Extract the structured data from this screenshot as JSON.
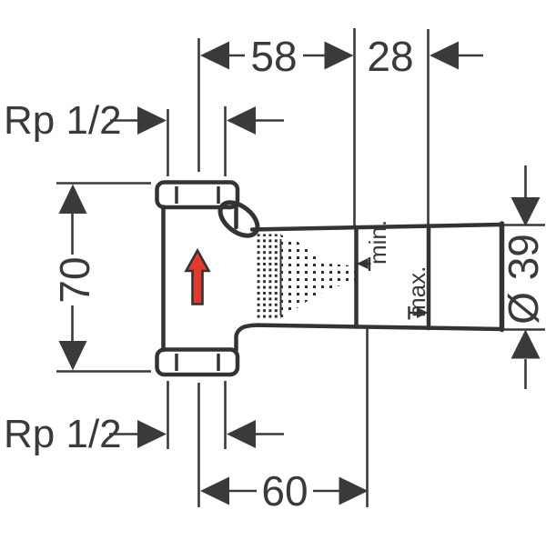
{
  "diagram": {
    "labels": {
      "dim_top_primary": "58",
      "dim_top_secondary": "28",
      "thread_top": "Rp 1/2",
      "thread_bottom": "Rp 1/2",
      "dim_height": "70",
      "dim_bottom": "60",
      "dim_diameter": "Ø 39",
      "depth_min": "min.",
      "depth_max": "max."
    },
    "colors": {
      "line": "#3a3a3a",
      "part_outline": "#333333",
      "flow_arrow": "#e23a2e"
    }
  }
}
